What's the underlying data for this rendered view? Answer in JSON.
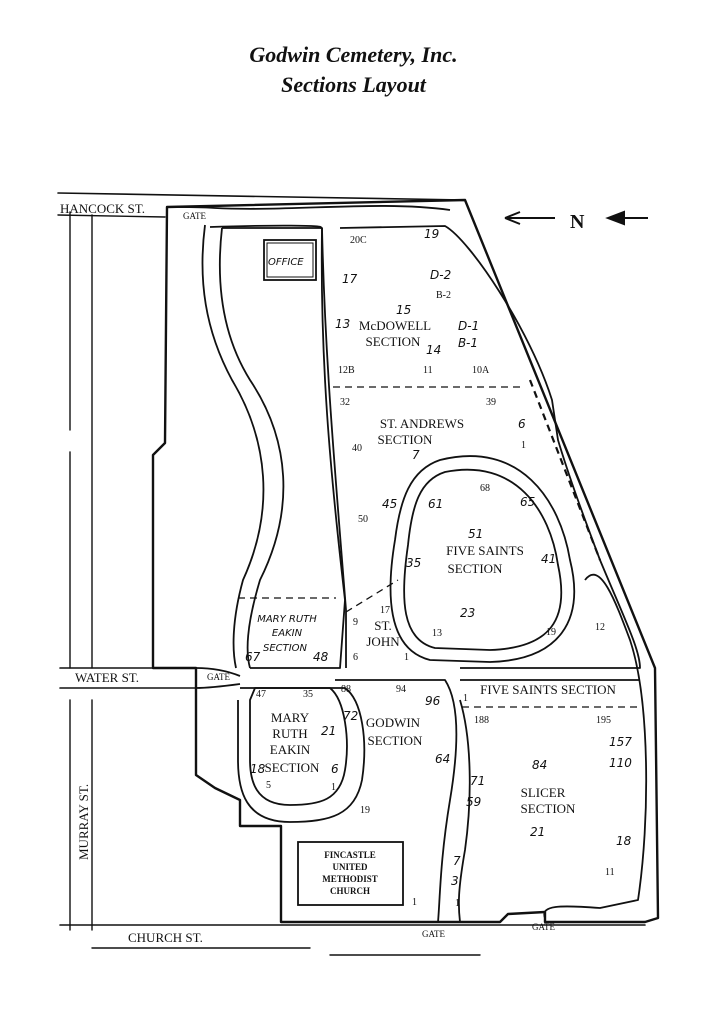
{
  "title": {
    "line1": "Godwin Cemetery, Inc.",
    "line2": "Sections Layout"
  },
  "north_label": "N",
  "streets": {
    "hancock": "HANCOCK ST.",
    "water": "WATER ST.",
    "murray": "MURRAY ST.",
    "church": "CHURCH ST."
  },
  "gates": {
    "top": "GATE",
    "water": "GATE",
    "bottom_left": "GATE",
    "bottom_right": "GATE"
  },
  "buildings": {
    "office": "OFFICE",
    "church_l1": "FINCASTLE",
    "church_l2": "UNITED",
    "church_l3": "METHODIST",
    "church_l4": "CHURCH"
  },
  "sections": {
    "mcdowell_l1": "McDOWELL",
    "mcdowell_l2": "SECTION",
    "st_andrews_l1": "ST. ANDREWS",
    "st_andrews_l2": "SECTION",
    "five_saints_l1": "FIVE SAINTS",
    "five_saints_l2": "SECTION",
    "st_john_l1": "ST.",
    "st_john_l2": "JOHN",
    "mre_upper_l1": "MARY RUTH",
    "mre_upper_l2": "EAKIN",
    "mre_upper_l3": "SECTION",
    "mre_lower_l1": "MARY",
    "mre_lower_l2": "RUTH",
    "mre_lower_l3": "EAKIN",
    "mre_lower_l4": "SECTION",
    "godwin_l1": "GODWIN",
    "godwin_l2": "SECTION",
    "five_saints_strip": "FIVE SAINTS SECTION",
    "slicer_l1": "SLICER",
    "slicer_l2": "SECTION"
  },
  "lots": {
    "m_20c": "20C",
    "m_19": "19",
    "m_17": "17",
    "m_d2": "D-2",
    "m_b2": "B-2",
    "m_15": "15",
    "m_13": "13",
    "m_d1": "D-1",
    "m_b1": "B-1",
    "m_14": "14",
    "m_12b": "12B",
    "m_11": "11",
    "m_10a": "10A",
    "a_32": "32",
    "a_39": "39",
    "a_6": "6",
    "a_1": "1",
    "a_40": "40",
    "a_7": "7",
    "f_68": "68",
    "f_61": "61",
    "f_65": "65",
    "f_45": "45",
    "f_50": "50",
    "f_51": "51",
    "f_35": "35",
    "f_41": "41",
    "f_23": "23",
    "f_13": "13",
    "f_19": "19",
    "f_12": "12",
    "j_17": "17",
    "j_9": "9",
    "j_6": "6",
    "j_1": "1",
    "u_67": "67",
    "u_48": "48",
    "l_47": "47",
    "l_35": "35",
    "l_21": "21",
    "l_18": "18",
    "l_6": "6",
    "l_5": "5",
    "l_1": "1",
    "g_88": "88",
    "g_94": "94",
    "g_96": "96",
    "g_72": "72",
    "g_64": "64",
    "g_19": "19",
    "g_7": "7",
    "g_3": "3",
    "g_1": "1",
    "g_1b": "1",
    "s_1": "1",
    "s_188": "188",
    "s_195": "195",
    "s_157": "157",
    "s_110": "110",
    "s_84": "84",
    "s_71": "71",
    "s_59": "59",
    "s_21": "21",
    "s_18": "18",
    "s_11": "11"
  }
}
